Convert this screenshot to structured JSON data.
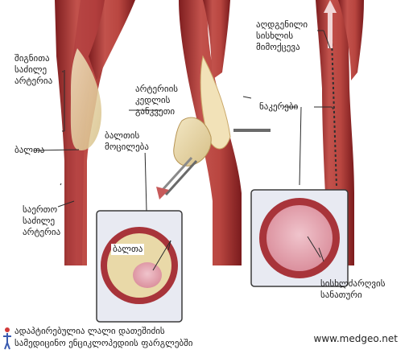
{
  "labels": {
    "internal_carotid": "შიგნითა\nსაძილე\nარტერია",
    "plaque_left": "ბალთა",
    "common_carotid": "საერთო\nსაძილე\nარტერია",
    "arterial_wall_cut": "არტერიის\nკედლის\nგანკვეთი",
    "plaque_removal": "ბალთის\nმოცილება",
    "plaque_inset": "ბალთა",
    "clamping_vessels": "აღდგენილი\nსისხლის\nმიმოქცევა",
    "stitches": "ნაკერები",
    "blood_flow_channel": "სისხლძარღვის\nსანათური"
  },
  "footer": {
    "line1": "ადაპტირებულია ლალი დათეშიძის",
    "line2": "სამედიცინო ენციკლოპედიის ფარგლებში",
    "url": "www.medgeo.net"
  },
  "colors": {
    "artery_outer": "#9c2a2a",
    "artery_inner": "#c44f4a",
    "plaque": "#e9d9a8",
    "inset_border": "#3a3a3a",
    "inset_bg": "#e8eaf2",
    "lumen": "#e7a4b0"
  }
}
